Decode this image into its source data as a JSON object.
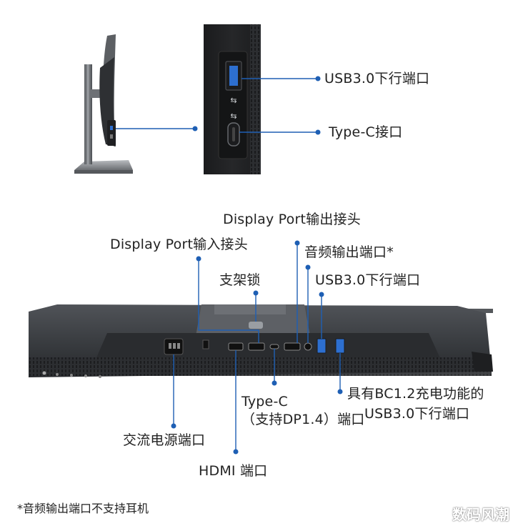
{
  "labels": {
    "top_usb": "USB3.0下行端口",
    "top_typec": "Type-C接口",
    "dp_out": "Display Port输出接头",
    "dp_in": "Display Port输入接头",
    "audio_out": "音频输出端口*",
    "stand_lock": "支架锁",
    "usb_down": "USB3.0下行端口",
    "typec_line1": "Type-C",
    "typec_line2": "（支持DP1.4）端口",
    "bc_line1": "具有BC1.2充电功能的",
    "bc_line2": "USB3.0下行端口",
    "ac_power": "交流电源端口",
    "hdmi": "HDMI 端口"
  },
  "footnote": "*音频输出端口不支持耳机",
  "watermark": "数码风潮",
  "colors": {
    "leader_line": "#1e5fb4",
    "usb_blue": "#2d6fd0",
    "monitor_dark": "#2b2d30",
    "monitor_mid": "#3c3f43",
    "stand_grey": "#9a9ea3"
  }
}
